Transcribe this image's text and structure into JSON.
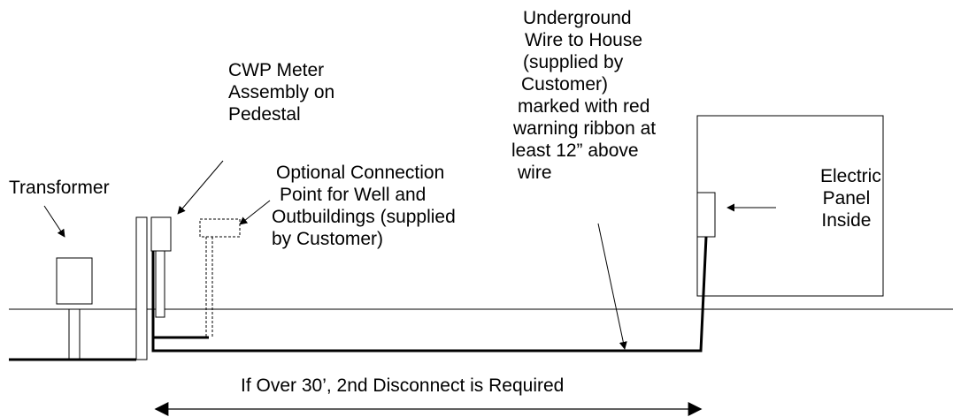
{
  "labels": {
    "transformer": "Transformer",
    "meter": [
      "CWP Meter",
      "Assembly on",
      "Pedestal"
    ],
    "optional": [
      "Optional Connection",
      "Point for Well and",
      "Outbuildings (supplied",
      "by Customer)"
    ],
    "underground": [
      "Underground",
      "Wire to House",
      "(supplied by",
      "Customer)",
      "marked with red",
      "warning ribbon at",
      "least 12” above",
      "wire"
    ],
    "panel": [
      "Electric",
      "Panel",
      "Inside"
    ],
    "distance": "If Over 30’, 2nd Disconnect is Required"
  }
}
